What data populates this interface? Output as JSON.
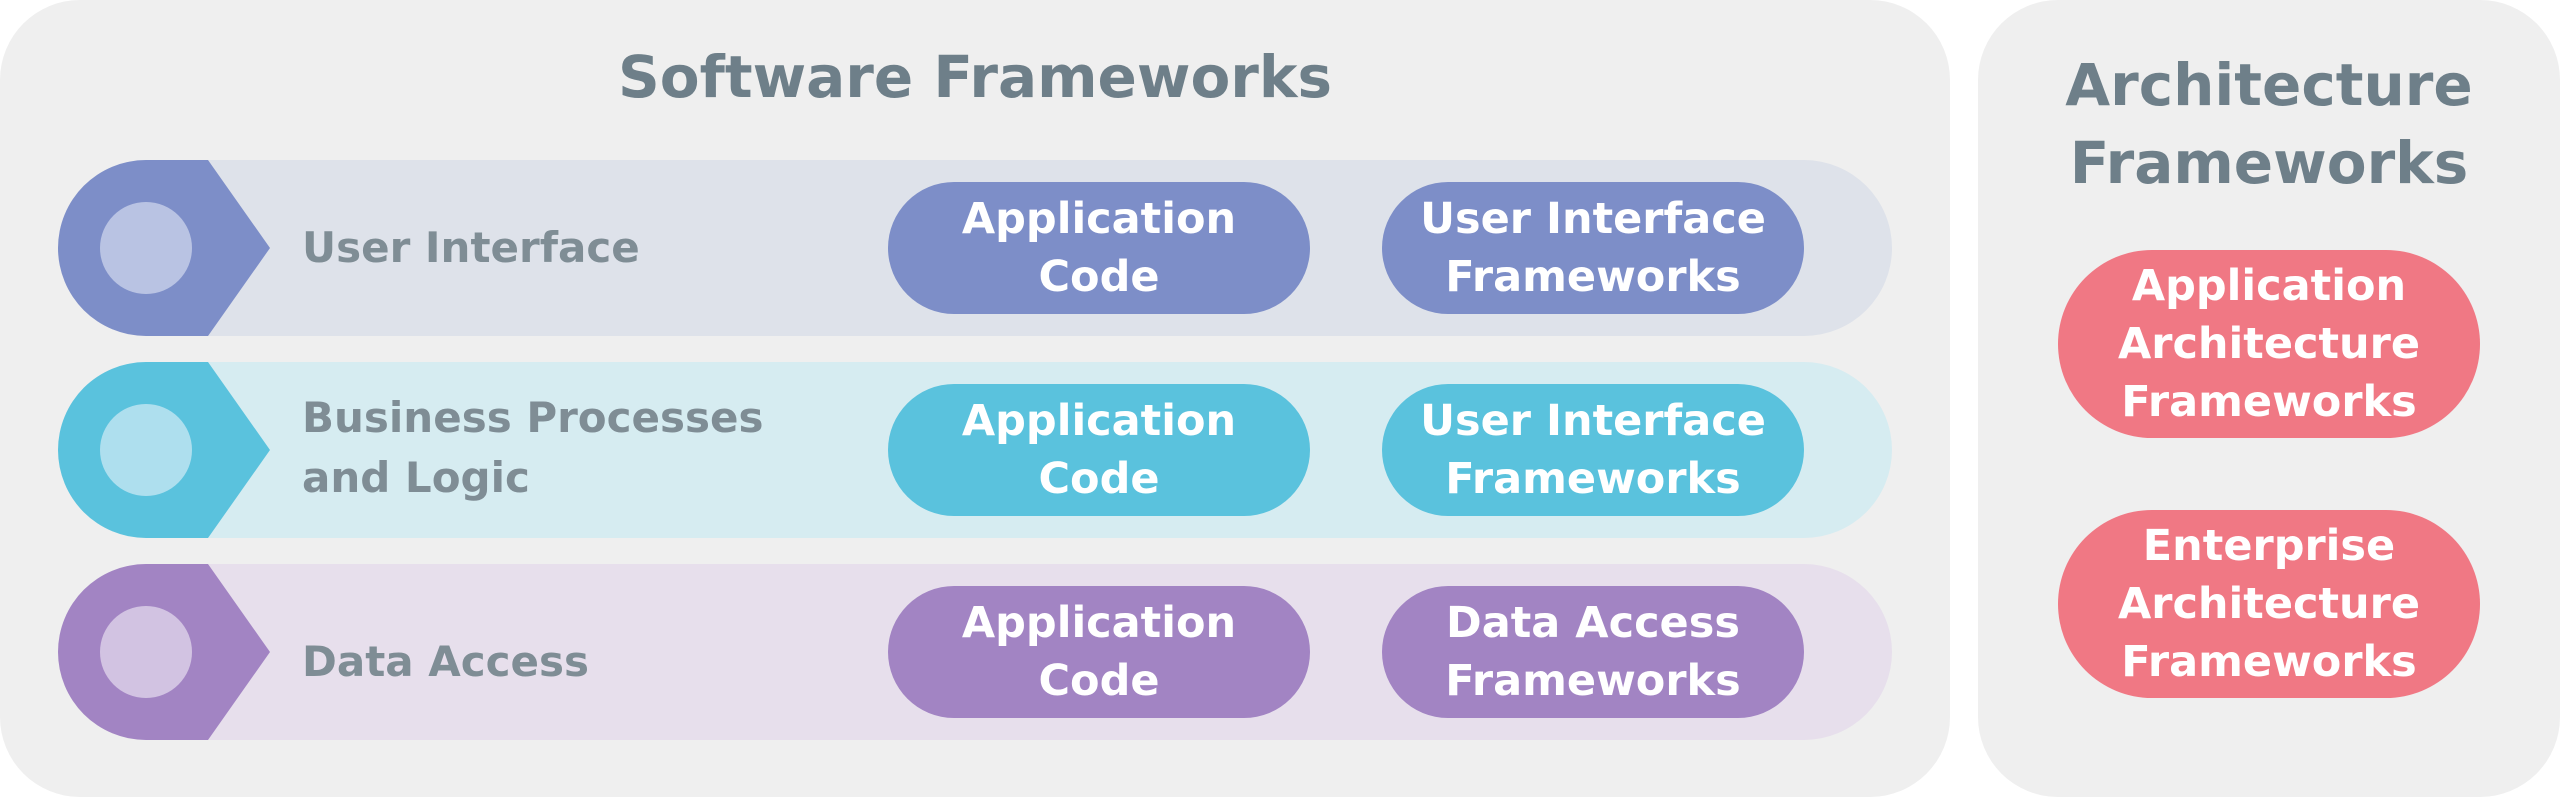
{
  "software_frameworks": {
    "title": "Software Frameworks",
    "layers": [
      {
        "label": "User Interface",
        "color": "#7d8ec8",
        "band_color": "#dee2ea",
        "inner_color": "#b9c3e3",
        "boxes": [
          "Application\nCode",
          "User Interface\nFrameworks"
        ]
      },
      {
        "label": "Business Processes\nand Logic",
        "color": "#5ac2dd",
        "band_color": "#d6ecf1",
        "inner_color": "#aedfee",
        "boxes": [
          "Application\nCode",
          "User Interface\nFrameworks"
        ]
      },
      {
        "label": "Data Access",
        "color": "#a284c3",
        "band_color": "#e7dfec",
        "inner_color": "#d2c3e2",
        "boxes": [
          "Application\nCode",
          "Data Access\nFrameworks"
        ]
      }
    ]
  },
  "architecture_frameworks": {
    "title": "Architecture\nFrameworks",
    "color": "#f07884",
    "boxes": [
      "Application\nArchitecture\nFrameworks",
      "Enterprise\nArchitecture\nFrameworks"
    ]
  }
}
